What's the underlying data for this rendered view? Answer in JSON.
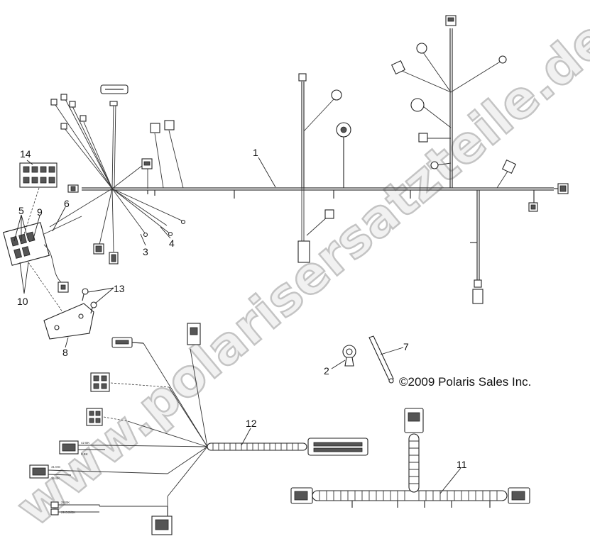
{
  "diagram": {
    "callouts": [
      {
        "id": "1",
        "label": "1"
      },
      {
        "id": "2",
        "label": "2"
      },
      {
        "id": "3",
        "label": "3"
      },
      {
        "id": "4",
        "label": "4"
      },
      {
        "id": "5",
        "label": "5"
      },
      {
        "id": "6",
        "label": "6"
      },
      {
        "id": "7",
        "label": "7"
      },
      {
        "id": "8",
        "label": "8"
      },
      {
        "id": "9",
        "label": "9"
      },
      {
        "id": "10",
        "label": "10"
      },
      {
        "id": "11",
        "label": "11"
      },
      {
        "id": "12",
        "label": "12"
      },
      {
        "id": "13",
        "label": "13"
      },
      {
        "id": "14",
        "label": "14"
      }
    ],
    "copyright": "©2009 Polaris Sales Inc.",
    "watermark": "www.polarisersatzteile.de",
    "connector_labels": [
      "42 BK",
      "8 BK",
      "41 DG",
      "16 BK",
      "28 BK",
      "29 DG/BK"
    ]
  }
}
